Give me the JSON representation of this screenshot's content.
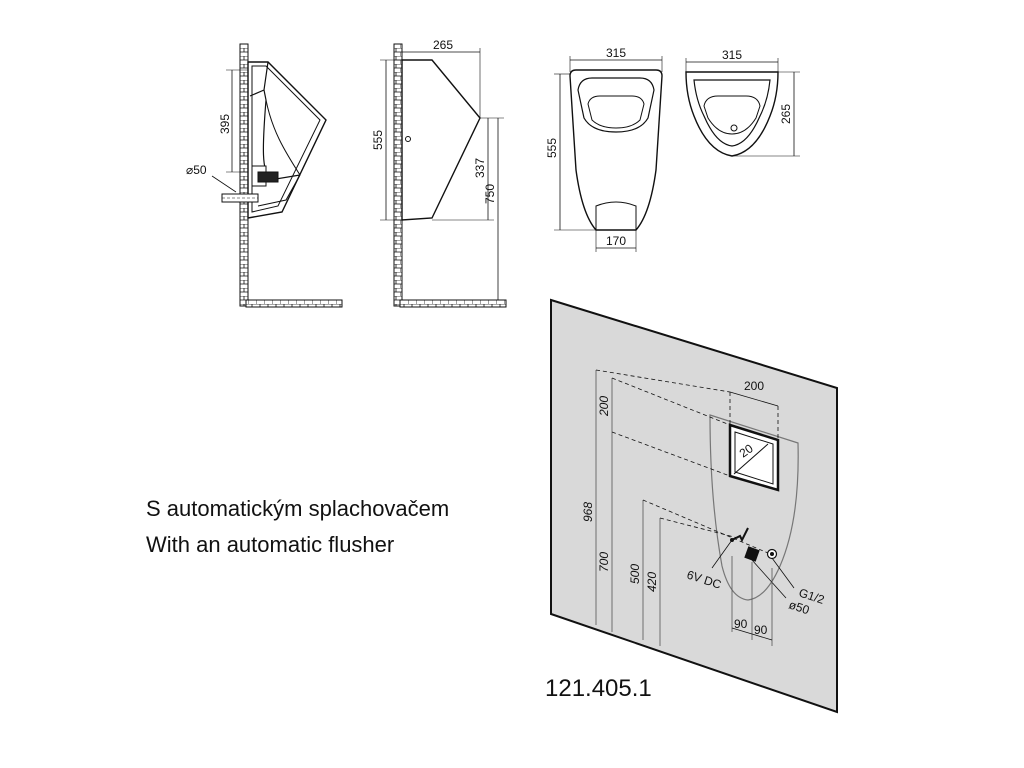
{
  "views": {
    "side_section": {
      "dim_height": "395",
      "dim_pipe": "⌀50"
    },
    "side_outline": {
      "dim_depth": "265",
      "dim_height": "555",
      "dim_inlet": "337",
      "dim_mount": "750"
    },
    "front": {
      "dim_width": "315",
      "dim_height": "555",
      "dim_base": "170"
    },
    "top": {
      "dim_width": "315",
      "dim_depth": "265"
    }
  },
  "installation": {
    "dim_box_width": "200",
    "dim_box_inset": "20",
    "dim_total": "968",
    "dim_box_height": "200",
    "dim_700": "700",
    "dim_500": "500",
    "dim_420": "420",
    "label_power": "6V DC",
    "label_waste": "ø50",
    "label_water": "G1/2",
    "dim_left_90": "90",
    "dim_right_90": "90"
  },
  "captions": {
    "cz": "S automatickým splachovačem",
    "en": "With an automatic flusher"
  },
  "model_number": "121.405.1",
  "colors": {
    "wall_panel": "#d9d9d9",
    "line": "#111111"
  }
}
